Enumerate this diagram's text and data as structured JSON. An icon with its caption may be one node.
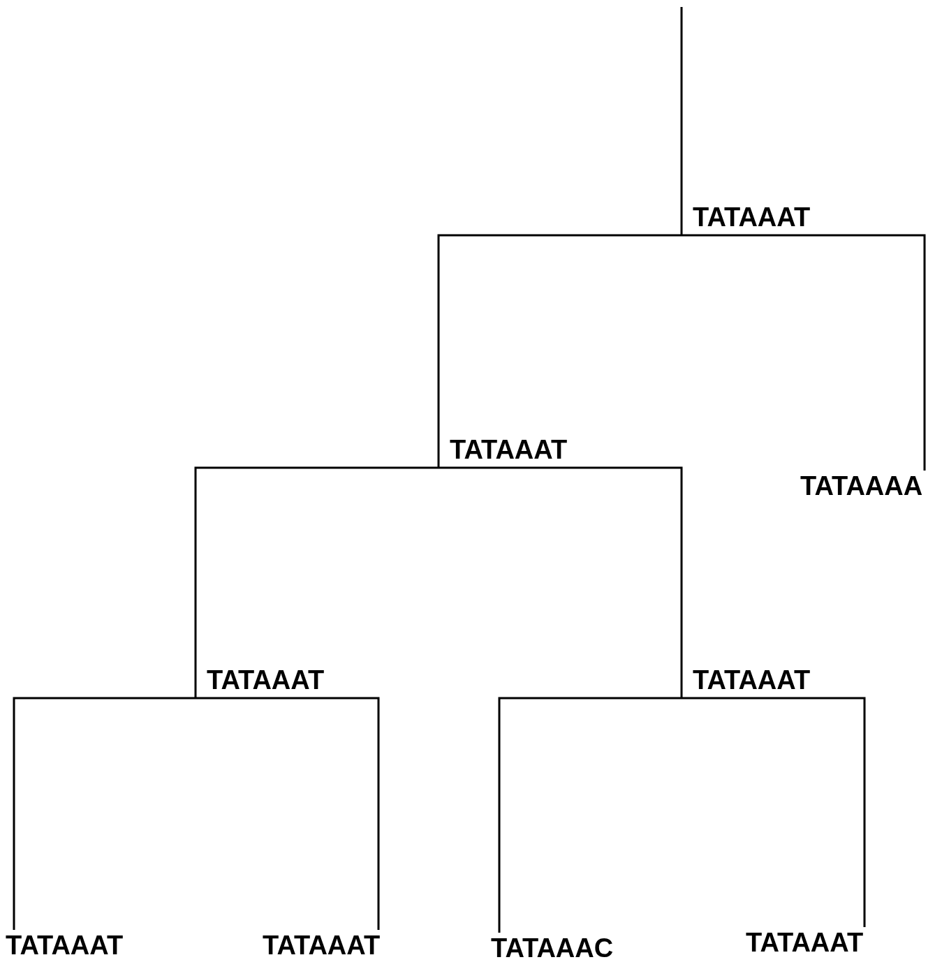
{
  "diagram": {
    "nodes": [
      {
        "text": [
          "TATAAAT"
        ]
      },
      {
        "text": [
          "TATAAAT"
        ]
      },
      {
        "text": [
          "TATAAAA"
        ]
      },
      {
        "text": [
          "TATAAAT"
        ]
      },
      {
        "text": [
          "TATAAAT"
        ]
      },
      {
        "text": [
          "TATAAAT"
        ]
      },
      {
        "text": [
          "TATAAAT"
        ]
      },
      {
        "text": [
          "TATAAAC"
        ]
      },
      {
        "text": [
          "TATAAAT"
        ]
      }
    ],
    "edges": [
      {
        "from": null,
        "to": 0,
        "arrow": "none"
      },
      {
        "from": 0,
        "to": 1,
        "arrow": "none"
      },
      {
        "from": 0,
        "to": 2,
        "arrow": "none"
      },
      {
        "from": 1,
        "to": 3,
        "arrow": "none"
      },
      {
        "from": 1,
        "to": 4,
        "arrow": "none"
      },
      {
        "from": 3,
        "to": 5,
        "arrow": "none"
      },
      {
        "from": 3,
        "to": 6,
        "arrow": "none"
      },
      {
        "from": 4,
        "to": 7,
        "arrow": "none"
      },
      {
        "from": 4,
        "to": 8,
        "arrow": "none"
      }
    ]
  }
}
